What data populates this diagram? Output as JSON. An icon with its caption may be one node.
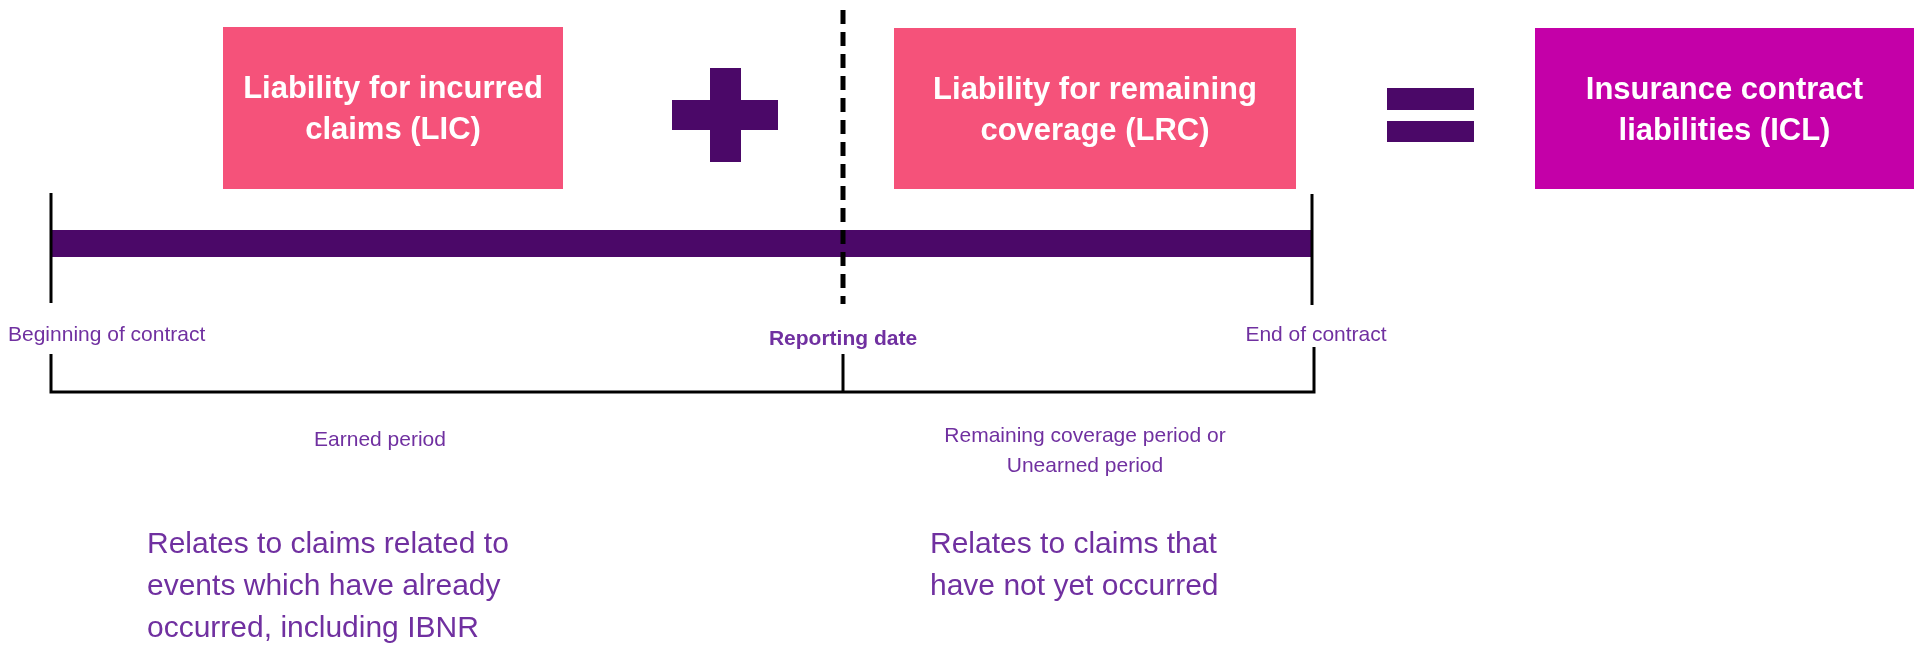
{
  "diagram": {
    "nodes": [
      {
        "text": [
          "Liability for incurred claims (LIC)"
        ]
      },
      {
        "text": [
          "Liability for remaining coverage (LRC)"
        ]
      },
      {
        "text": [
          "Insurance contract liabilities (ICL)"
        ]
      }
    ],
    "labels": [
      "Beginning of contract",
      "Reporting date",
      "End of contract",
      "Earned period",
      "Remaining coverage period or Unearned period",
      "Relates to claims related to events which have already occurred, including IBNR",
      "Relates to claims that have not yet occurred"
    ]
  }
}
